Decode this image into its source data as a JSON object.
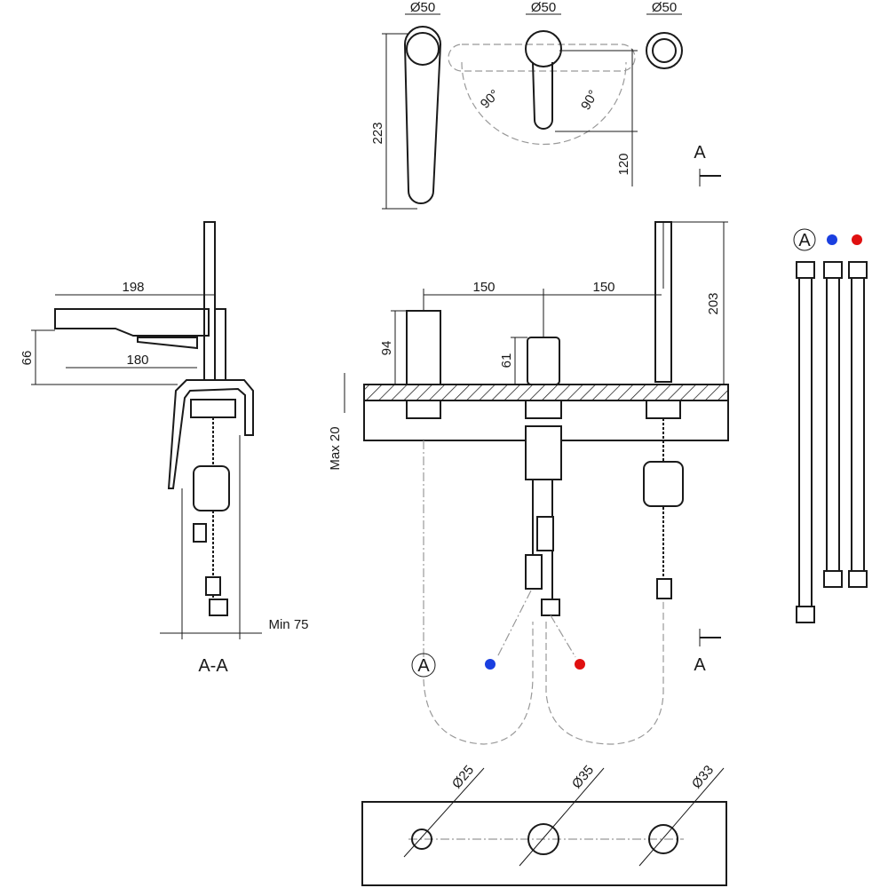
{
  "title": "Three-hole deck-mounted bath mixer - dimension drawing",
  "colors": {
    "cold": "#1a3fe0",
    "hot": "#e01010",
    "line": "#1a1a1a"
  },
  "top_view": {
    "dia1": "Ø50",
    "dia2": "Ø50",
    "dia3": "Ø50",
    "height": "223",
    "angle_left": "90°",
    "angle_right": "90°",
    "offset": "120",
    "section_mark": "A"
  },
  "side_section": {
    "spout_length": "198",
    "spout_reach": "180",
    "spout_height": "66",
    "min_depth": "Min 75",
    "label": "A-A"
  },
  "front_view": {
    "spacing_left": "150",
    "spacing_right": "150",
    "shower_height": "203",
    "spout_height": "94",
    "lever_height": "61",
    "deck_thickness": "Max 20",
    "section_mark": "A",
    "hose_marker": "A"
  },
  "hoses_legend": {
    "marker": "A"
  },
  "holes": {
    "d1": "Ø25",
    "d2": "Ø35",
    "d3": "Ø33"
  }
}
